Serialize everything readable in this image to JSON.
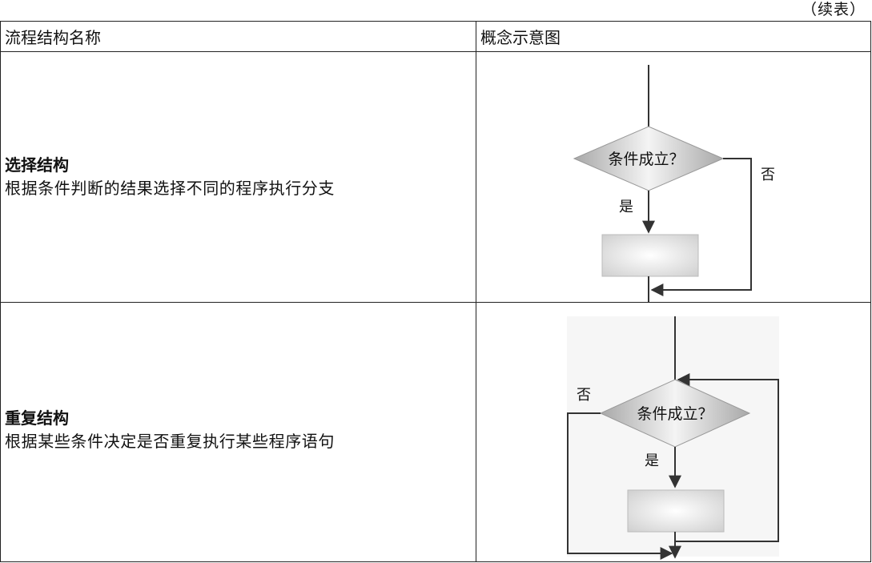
{
  "caption": "（续表）",
  "header": {
    "col1": "流程结构名称",
    "col2": "概念示意图"
  },
  "rows": [
    {
      "title": "选择结构",
      "text": "根据条件判断的结果选择不同的程序执行分支",
      "diagram": {
        "condition": "条件成立？",
        "yes": "是",
        "no": "否"
      }
    },
    {
      "title": "重复结构",
      "text": "根据某些条件决定是否重复执行某些程序语句",
      "diagram": {
        "condition": "条件成立？",
        "yes": "是",
        "no": "否"
      }
    }
  ]
}
